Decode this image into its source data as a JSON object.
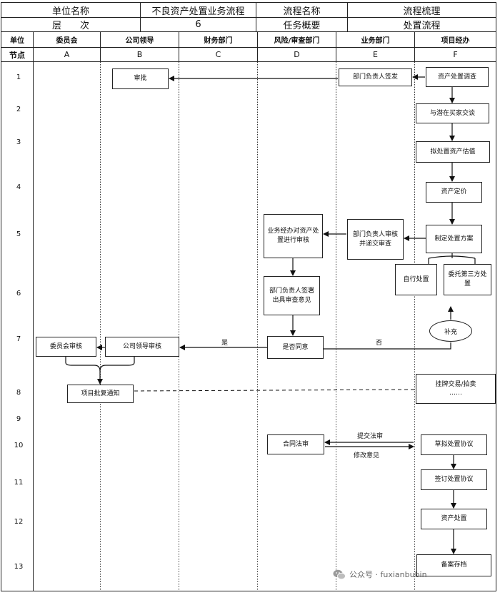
{
  "header": {
    "unit_label": "单位名称",
    "process_label": "流程名称",
    "process_value": "不良资产处置业务流程",
    "process_name_value": "流程梳理",
    "level_label": "层　　次",
    "level_value": "6",
    "summary_label": "任务概要",
    "summary_value": "处置流程"
  },
  "columns": {
    "unit_label": "单位",
    "node_label": "节点",
    "lanes": [
      {
        "name": "委员会",
        "code": "A"
      },
      {
        "name": "公司领导",
        "code": "B"
      },
      {
        "name": "财务部门",
        "code": "C"
      },
      {
        "name": "风险/审查部门",
        "code": "D"
      },
      {
        "name": "业务部门",
        "code": "E"
      },
      {
        "name": "项目经办",
        "code": "F"
      }
    ]
  },
  "rows": [
    "1",
    "2",
    "3",
    "4",
    "5",
    "6",
    "7",
    "8",
    "9",
    "10",
    "11",
    "12",
    "13"
  ],
  "nodes": {
    "approve": "审批",
    "dept_head_sign": "部门负责人签发",
    "asset_survey": "资产处置调查",
    "negotiate": "与潜在买家交谈",
    "valuation": "拟处置资产估值",
    "pricing": "资产定价",
    "plan": "制定处置方案",
    "dept_review": "部门负责人审核并递交审查",
    "risk_review": "业务经办对资产处置进行审核",
    "risk_head": "部门负责人签署出具审查意见",
    "self_dispose": "自行处置",
    "third_party": "委托第三方处置",
    "supplement": "补充",
    "committee_review": "委员会审核",
    "leader_review": "公司领导审核",
    "agree": "是否同意",
    "notice": "项目批复通知",
    "listing": "挂牌交易/拍卖",
    "listing_more": "……",
    "legal_review": "合同法审",
    "draft_agreement": "草拟处置协议",
    "sign_agreement": "签订处置协议",
    "asset_disposal": "资产处置",
    "archive": "备案存档"
  },
  "edge_labels": {
    "yes": "是",
    "no": "否",
    "submit_legal": "提交法审",
    "revise": "修改意见"
  },
  "watermark": {
    "text": "公众号 · fuxianbubin",
    "icon": "wechat-icon"
  }
}
